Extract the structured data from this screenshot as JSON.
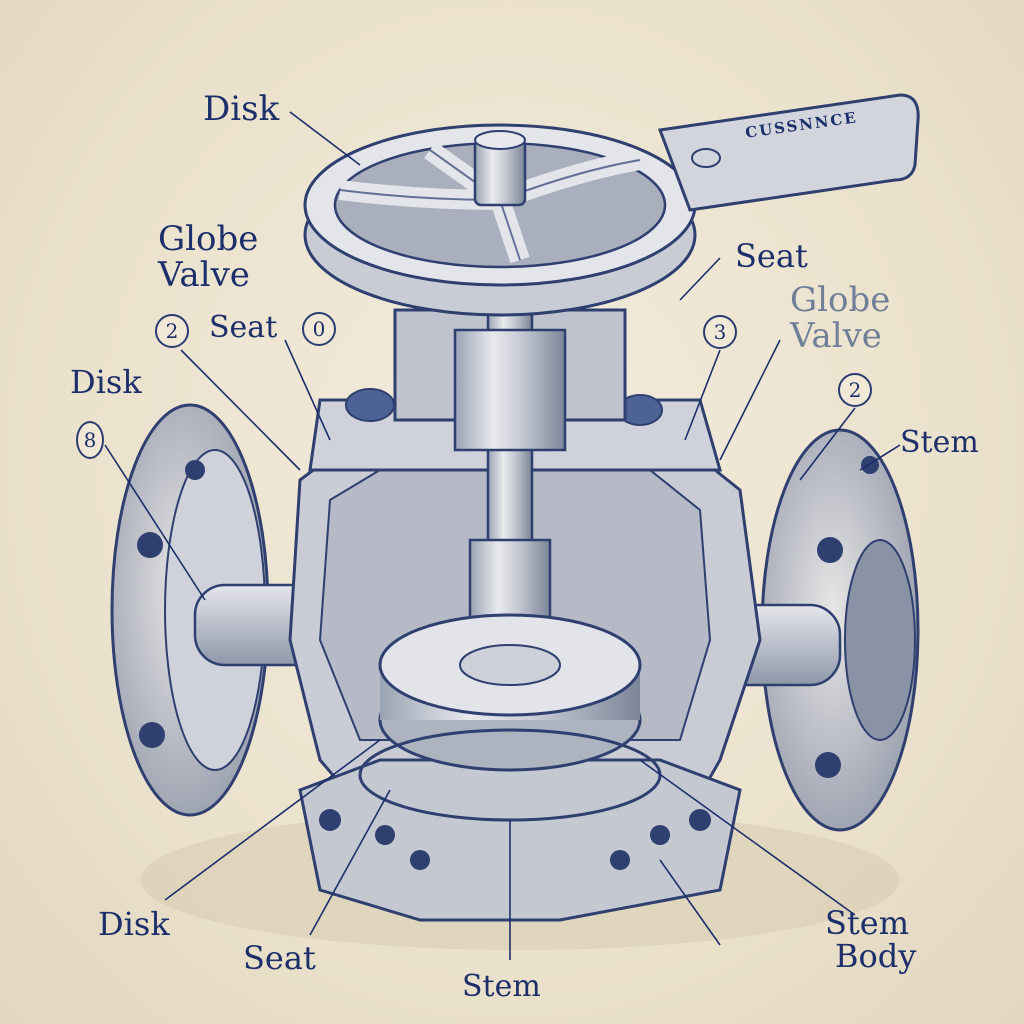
{
  "labels": {
    "disk_top": "Disk",
    "globe_valve_left": "Globe\nValve",
    "seat_top_left": "Seat",
    "disk_left": "Disk",
    "seat_top_right": "Seat",
    "globe_valve_right": "Globe\nValve",
    "stem_right": "Stem",
    "disk_bottom": "Disk",
    "seat_bottom": "Seat",
    "stem_bottom": "Stem",
    "stem_body_line1": "Stem",
    "stem_body_line2": "Body",
    "handle_plate": "CUSSNNCE"
  },
  "markers": {
    "m_left_top": "2",
    "m_mid_top": "0",
    "m_left": "8",
    "m_right_top": "3",
    "m_right": "2"
  },
  "colors": {
    "ink": "#1c2f6b",
    "paper": "#ece3d0"
  }
}
